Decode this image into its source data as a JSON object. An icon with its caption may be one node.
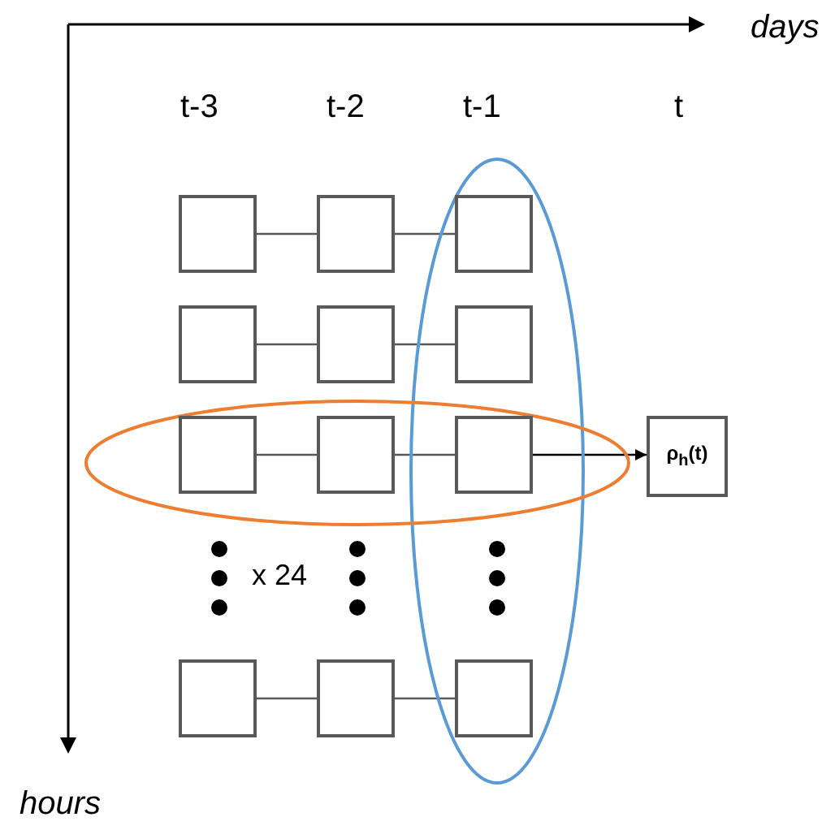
{
  "diagram": {
    "nodes": [
      {
        "text": [],
        "shape": "box"
      },
      {
        "text": [],
        "shape": "box"
      },
      {
        "text": [],
        "shape": "box"
      },
      {
        "text": [],
        "shape": "box"
      },
      {
        "text": [],
        "shape": "box"
      },
      {
        "text": [],
        "shape": "box"
      },
      {
        "text": [],
        "shape": "box"
      },
      {
        "text": [],
        "shape": "box"
      },
      {
        "text": [],
        "shape": "box"
      },
      {
        "text": [
          "ρ$_{h}$(t)"
        ]
      },
      {
        "text": [],
        "shape": "box"
      },
      {
        "text": [],
        "shape": "box"
      },
      {
        "text": [],
        "shape": "box"
      }
    ],
    "edges": [
      {
        "from": 0,
        "to": 1,
        "arrow": "none"
      },
      {
        "from": 1,
        "to": 2,
        "arrow": "none"
      },
      {
        "from": 3,
        "to": 4,
        "arrow": "none"
      },
      {
        "from": 4,
        "to": 5,
        "arrow": "none"
      },
      {
        "from": 6,
        "to": 7,
        "arrow": "none"
      },
      {
        "from": 7,
        "to": 8,
        "arrow": "none"
      },
      {
        "from": 8,
        "to": 9,
        "arrow": "to"
      },
      {
        "from": 10,
        "to": 11,
        "arrow": "none"
      },
      {
        "from": 11,
        "to": 12,
        "arrow": "none"
      }
    ],
    "labels": [
      "days",
      "t-3",
      "t-2",
      "t-1",
      "t",
      "x 24",
      "hours"
    ]
  }
}
